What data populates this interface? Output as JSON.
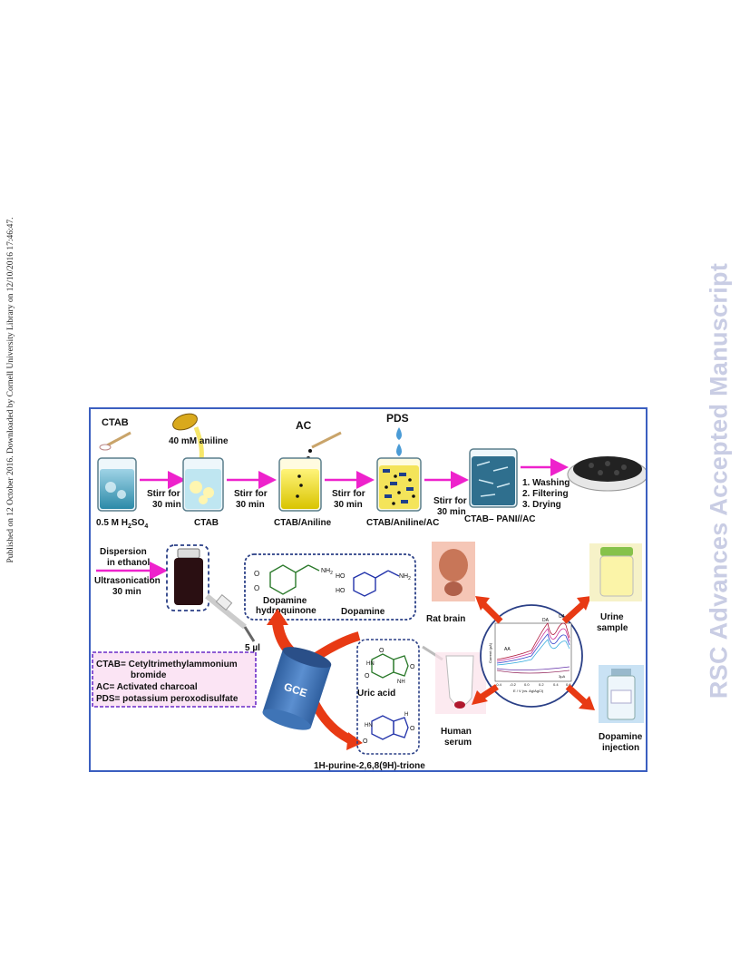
{
  "side_note": "Published on 12 October 2016. Downloaded by Cornell University Library on 12/10/2016 17:46:47.",
  "watermark": "RSC Advances Accepted Manuscript",
  "synthesis": {
    "ctab_spatula": "CTAB",
    "aniline_drop": "40 mM aniline",
    "ac_spatula": "AC",
    "pds_drop": "PDS",
    "beakers": [
      "0.5 M H",
      "CTAB",
      "CTAB/Aniline",
      "CTAB/Aniline/AC",
      "CTAB– PANI//AC"
    ],
    "beaker1_sub": "2",
    "beaker1_tail": "SO",
    "beaker1_sub2": "4",
    "stir1": [
      "Stirr for",
      "30 min"
    ],
    "stir2": [
      "Stirr for",
      "30 min"
    ],
    "stir3": [
      "Stirr for",
      "30 min"
    ],
    "stir4": [
      "Stirr for",
      "30 min"
    ],
    "post_steps": [
      "1. Washing",
      "2. Filtering",
      "3. Drying"
    ]
  },
  "electrode": {
    "dispersion": [
      "Dispersion",
      "in ethanol"
    ],
    "ultrasonication": [
      "Ultrasonication",
      "30 min"
    ],
    "volume": "5 µl",
    "gce": "GCE"
  },
  "molecules": {
    "dopamine_hydroquinone": [
      "Dopamine",
      "hydroquinone"
    ],
    "dopamine": "Dopamine",
    "uric_acid": "Uric acid",
    "purine": "1H-purine-2,6,8(9H)-trione",
    "atoms": {
      "o": "O",
      "nh2": "NH",
      "nh2_sub": "2",
      "ho": "HO",
      "hn": "HN",
      "nh": "NH",
      "h": "H"
    }
  },
  "legend": {
    "lines": [
      "CTAB= Cetyltrimethylammonium",
      "bromide",
      "AC= Activated charcoal",
      "PDS= potassium peroxodisulfate"
    ]
  },
  "samples": {
    "rat_brain": "Rat brain",
    "urine": [
      "Urine",
      "sample"
    ],
    "human_serum": [
      "Human",
      "serum"
    ],
    "dopamine_injection": [
      "Dopamine",
      "injection"
    ]
  },
  "voltammogram": {
    "peaks": [
      "AA",
      "DA",
      "UA"
    ],
    "ylabel": "Current (µA)",
    "xlabel": "E / V (vs. Ag/AgCl)",
    "xticks": [
      "-0.4",
      "-0.2",
      "0.0",
      "0.2",
      "0.4",
      "0.6"
    ],
    "scale": "3µA"
  },
  "colors": {
    "frame": "#3b5fc0",
    "process_arrow": "#ee22cc",
    "red_arrow": "#e83a14",
    "dotted_box": "#2a3f86",
    "legend_border": "#6a2cc8",
    "legend_fill": "#fbe4f4",
    "gce": "#4a7bbd"
  }
}
